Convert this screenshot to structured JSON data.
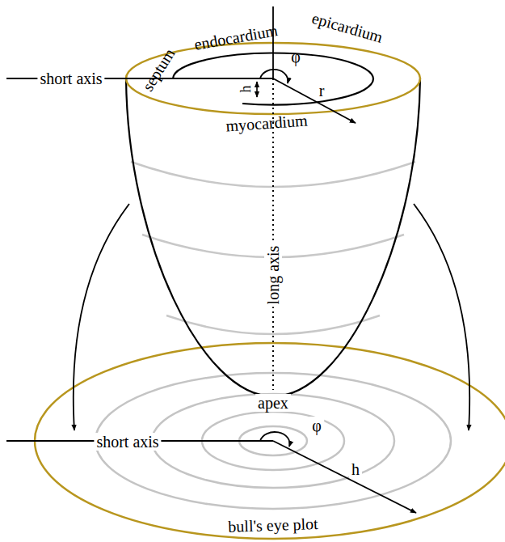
{
  "diagram": {
    "labels": [
      "epicardium",
      "septum",
      "endocardium",
      "short axis",
      "φ",
      "h",
      "r",
      "myocardium",
      "long axis",
      "apex",
      "φ",
      "short axis",
      "h",
      "bull's eye plot"
    ]
  }
}
